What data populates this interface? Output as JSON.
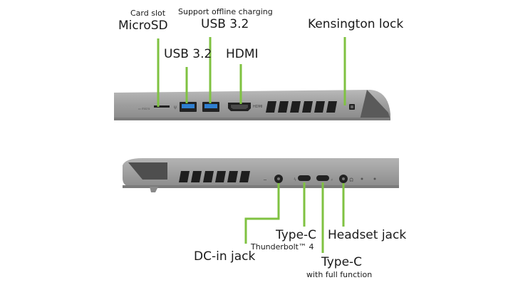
{
  "colors": {
    "accent": "#7fc241",
    "chassis": "#9a9a9a",
    "chassis_dark": "#6f6f6f",
    "port_blue": "#2f7fd0"
  },
  "top_side": {
    "card_slot_caption": "Card slot",
    "microsd": "MicroSD",
    "usb_left": "USB 3.2",
    "offline_caption": "Support offline charging",
    "usb_right": "USB 3.2",
    "hdmi": "HDMI",
    "hdmi_port_marking": "HDMI",
    "kensington": "Kensington lock"
  },
  "bottom_side": {
    "dc_in": "DC-in jack",
    "type_c_tb": "Type-C",
    "thunderbolt_caption": "Thunderbolt™ 4",
    "type_c_full": "Type-C",
    "full_function_caption": "with full function",
    "headset": "Headset jack"
  }
}
